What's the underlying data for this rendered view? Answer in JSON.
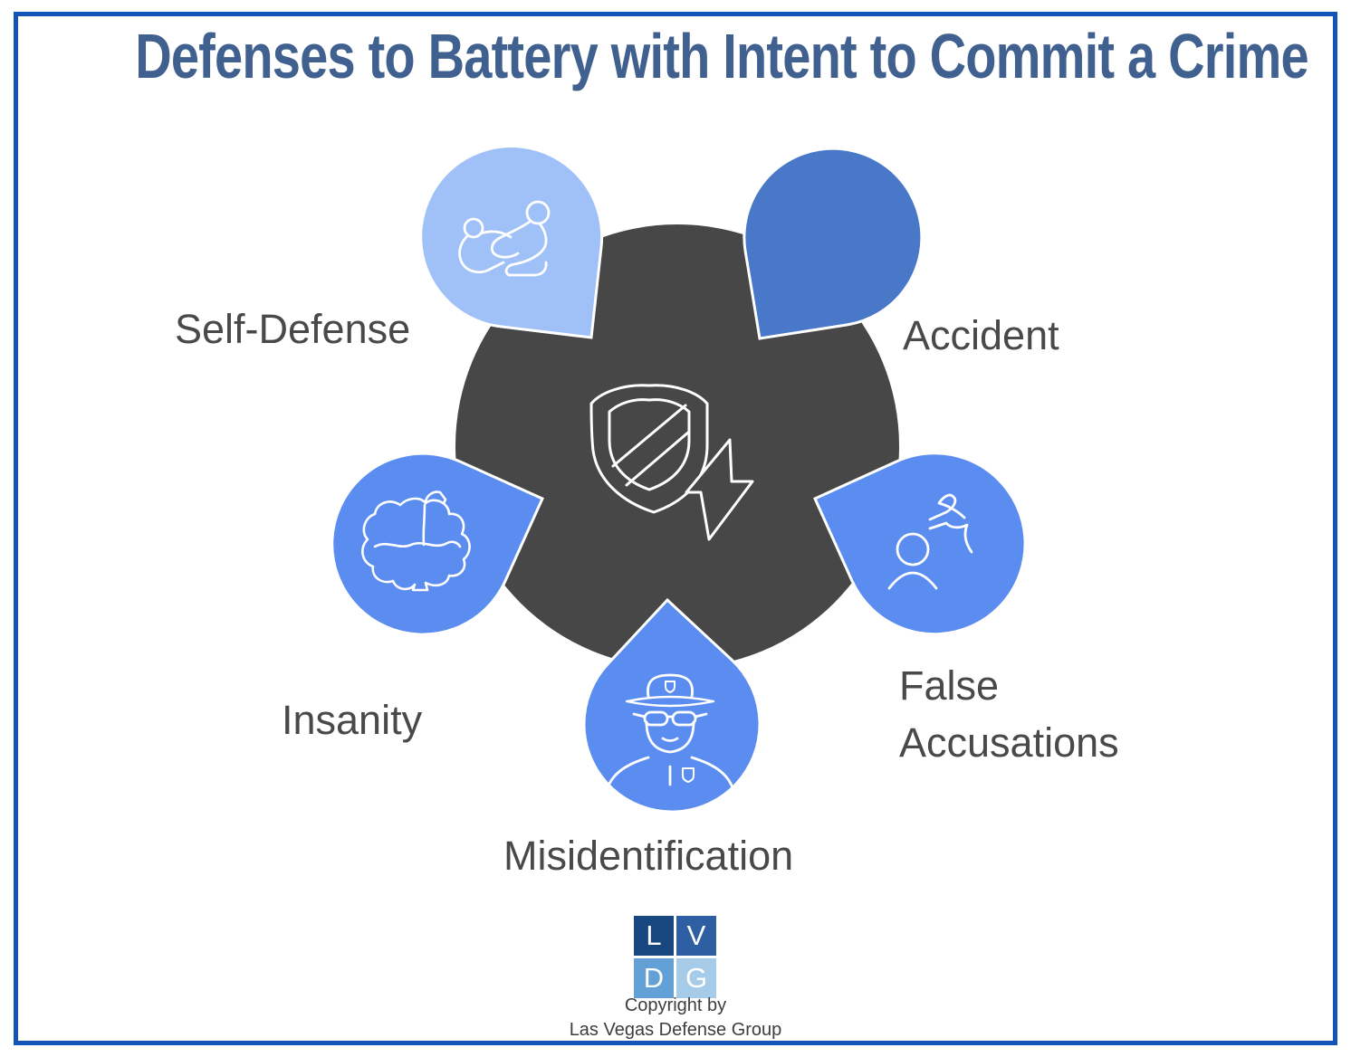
{
  "title": {
    "text": "Defenses to Battery with Intent to Commit a Crime",
    "color": "#40608f"
  },
  "center": {
    "color": "#474747",
    "icon": "shield-with-lightning"
  },
  "defenses": [
    {
      "label": "Self-Defense",
      "color": "#a0c1f8",
      "icon": "grappling-people"
    },
    {
      "label": "Accident",
      "color": "#4a78c8",
      "icon": "none"
    },
    {
      "label": "Insanity",
      "color": "#5b8cf0",
      "icon": "brain"
    },
    {
      "label": "False Accusations",
      "color": "#5b8cf0",
      "icon": "person-with-accusing-hand"
    },
    {
      "label": "Misidentification",
      "color": "#5b8cf0",
      "icon": "police-officer"
    }
  ],
  "footer": {
    "logo_letters": [
      "L",
      "V",
      "D",
      "G"
    ],
    "logo_tile_colors": [
      "#17477e",
      "#2e5fa3",
      "#62a0d6",
      "#a6cbe9"
    ],
    "copyright_line1": "Copyright by",
    "copyright_line2": "Las Vegas Defense Group"
  },
  "palette": {
    "border": "#1254b8",
    "background": "#ffffff",
    "label_text": "#494949",
    "icon_stroke": "#ffffff"
  }
}
